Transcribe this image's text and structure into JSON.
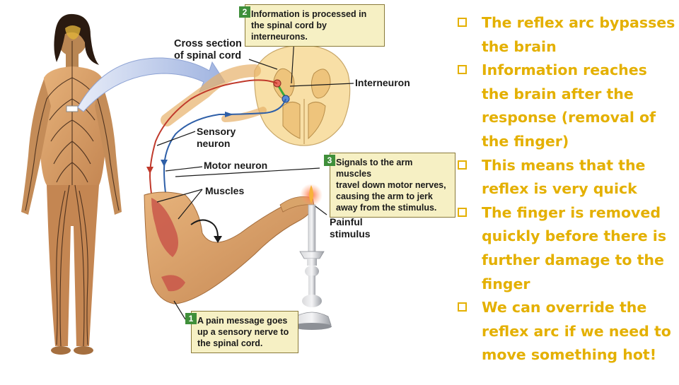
{
  "diagram": {
    "callouts": [
      {
        "step": "2",
        "lines": [
          "Information is processed in",
          "the spinal cord by interneurons."
        ]
      },
      {
        "step": "3",
        "lines": [
          "Signals to the arm muscles",
          "travel down motor nerves,",
          "causing the arm to jerk",
          "away from the stimulus."
        ]
      },
      {
        "step": "1",
        "lines": [
          "A pain message goes",
          "up a sensory nerve to",
          "the spinal cord."
        ]
      }
    ],
    "labels": {
      "cross_section": [
        "Cross section",
        "of spinal cord"
      ],
      "interneuron": "Interneuron",
      "sensory_neuron": [
        "Sensory",
        "neuron"
      ],
      "motor_neuron": "Motor neuron",
      "muscles": "Muscles",
      "painful_stimulus": [
        "Painful",
        "stimulus"
      ]
    },
    "colors": {
      "callout_fill": "#f6f0c4",
      "step_badge": "#3f8f3a",
      "sensory_neuron": "#c0392b",
      "motor_neuron": "#2e5fa8",
      "interneuron": "#3aa83a",
      "skin": "#d9a46a",
      "spinal_cord": "#f8dfa6"
    }
  },
  "bullets": {
    "icon": "hollow-square-bullet",
    "color": "#e4b000",
    "items": [
      [
        "The reflex arc bypasses",
        "the brain"
      ],
      [
        "Information reaches",
        "the brain after the",
        "response (removal of",
        "the finger)"
      ],
      [
        "This means that the",
        "reflex is very quick"
      ],
      [
        "The finger is removed",
        "quickly before there is",
        "further damage to the",
        "finger"
      ],
      [
        "We can override the",
        "reflex arc if we need to",
        "move something hot!"
      ]
    ]
  }
}
